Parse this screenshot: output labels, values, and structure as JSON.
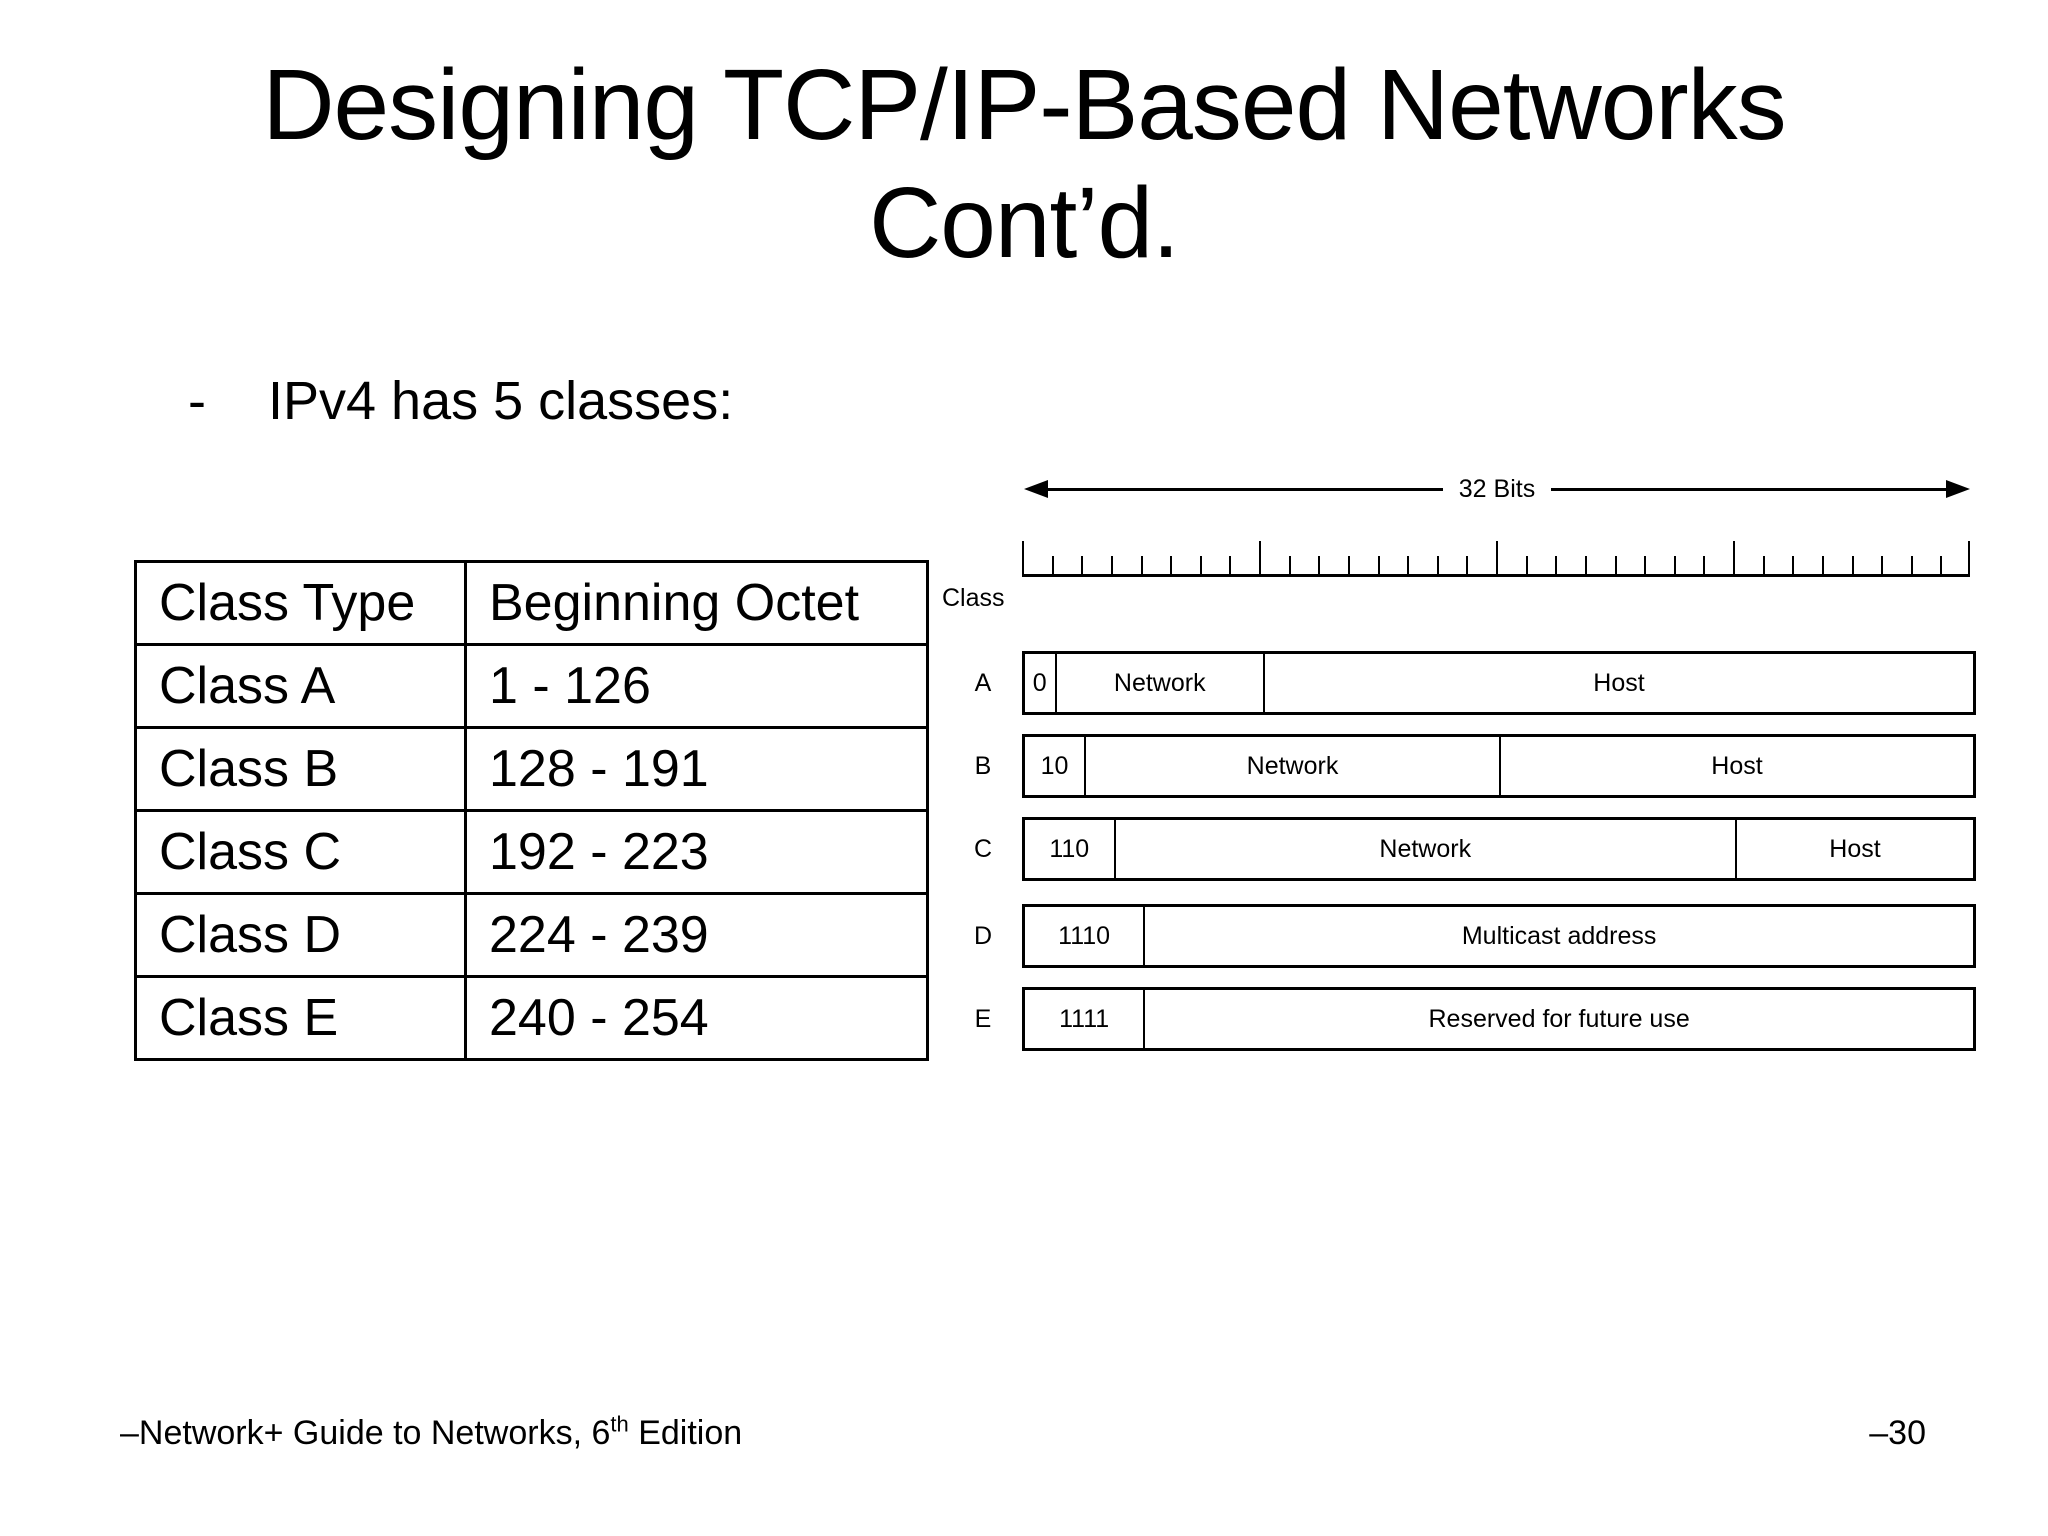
{
  "slide": {
    "title_lines": [
      "Designing TCP/IP-Based Networks",
      "Cont’d."
    ],
    "bullet": {
      "marker": "-",
      "text": "IPv4 has 5 classes:"
    }
  },
  "class_table": {
    "headers": [
      "Class Type",
      "Beginning Octet"
    ],
    "rows": [
      {
        "class_type": "Class A",
        "beginning_octet": "1 - 126"
      },
      {
        "class_type": "Class B",
        "beginning_octet": "128 - 191"
      },
      {
        "class_type": "Class C",
        "beginning_octet": "192 - 223"
      },
      {
        "class_type": "Class D",
        "beginning_octet": "224 - 239"
      },
      {
        "class_type": "Class E",
        "beginning_octet": "240 - 254"
      }
    ]
  },
  "diagram": {
    "bits_label": "32 Bits",
    "axis_label": "Class",
    "total_bits": 32,
    "major_tick_every": 8,
    "rows": [
      {
        "class": "A",
        "prefix": "0",
        "prefix_bits": 1,
        "fields": [
          {
            "label": "Network",
            "bits": 7
          },
          {
            "label": "Host",
            "bits": 24
          }
        ]
      },
      {
        "class": "B",
        "prefix": "10",
        "prefix_bits": 2,
        "fields": [
          {
            "label": "Network",
            "bits": 14
          },
          {
            "label": "Host",
            "bits": 16
          }
        ]
      },
      {
        "class": "C",
        "prefix": "110",
        "prefix_bits": 3,
        "fields": [
          {
            "label": "Network",
            "bits": 21
          },
          {
            "label": "Host",
            "bits": 8
          }
        ]
      },
      {
        "class": "D",
        "prefix": "1110",
        "prefix_bits": 4,
        "fields": [
          {
            "label": "Multicast address",
            "bits": 28
          }
        ]
      },
      {
        "class": "E",
        "prefix": "1111",
        "prefix_bits": 4,
        "fields": [
          {
            "label": "Reserved for future use",
            "bits": 28
          }
        ]
      }
    ]
  },
  "footer": {
    "left_prefix": "–Network+ Guide to Networks, 6",
    "left_superscript": "th",
    "left_suffix": " Edition",
    "right": "–30"
  },
  "colors": {
    "text": "#000000",
    "background": "#ffffff",
    "border": "#000000"
  }
}
